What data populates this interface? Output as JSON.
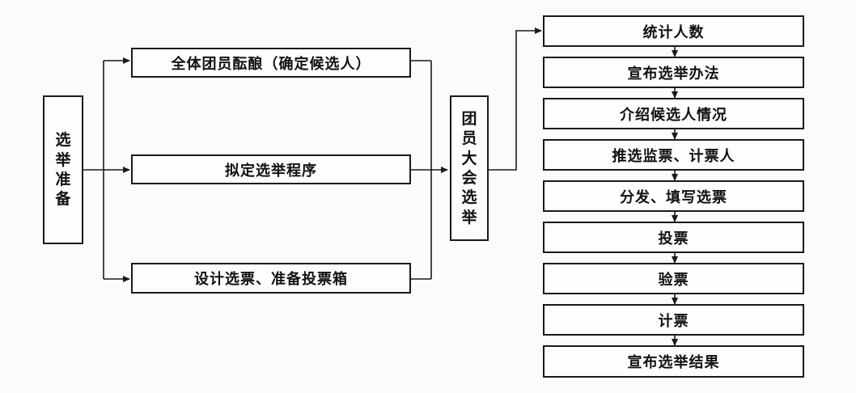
{
  "prep": {
    "label": "选举准备"
  },
  "prep_tasks": [
    {
      "label": "全体团员酝酿（确定候选人）"
    },
    {
      "label": "拟定选举程序"
    },
    {
      "label": "设计选票、准备投票箱"
    }
  ],
  "meeting": {
    "label": "团员大会选举"
  },
  "steps": [
    {
      "label": "统计人数"
    },
    {
      "label": "宣布选举办法"
    },
    {
      "label": "介绍候选人情况"
    },
    {
      "label": "推选监票、计票人"
    },
    {
      "label": "分发、填写选票"
    },
    {
      "label": "投票"
    },
    {
      "label": "验票"
    },
    {
      "label": "计票"
    },
    {
      "label": "宣布选举结果"
    }
  ]
}
